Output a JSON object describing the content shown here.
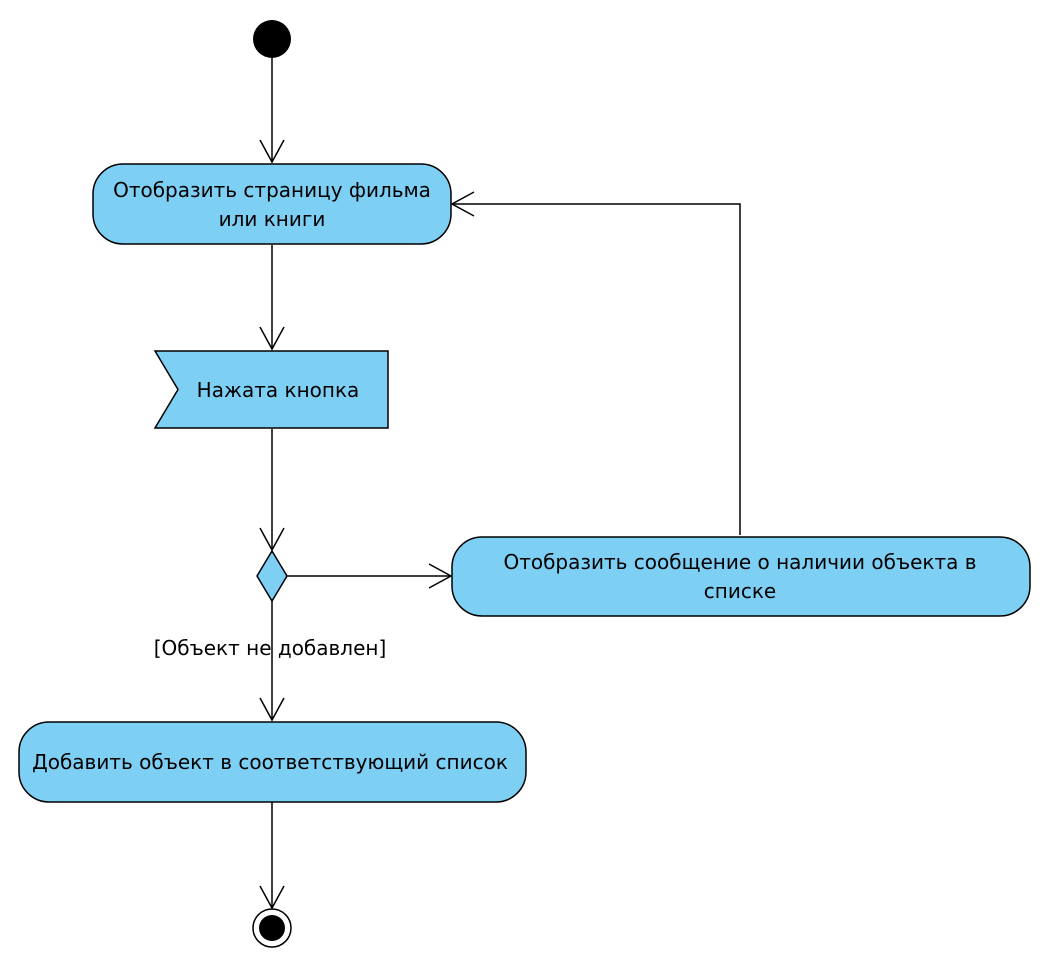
{
  "diagram": {
    "type": "uml-activity-diagram",
    "colors": {
      "node_fill": "#7dcff4",
      "stroke": "#000000",
      "background": "#ffffff"
    },
    "nodes": {
      "start": {
        "kind": "initial-node"
      },
      "show_page": {
        "kind": "action",
        "line1": "Отобразить страницу фильма",
        "line2": "или книги"
      },
      "button_pressed": {
        "kind": "accept-event",
        "label": "Нажата кнопка"
      },
      "decision": {
        "kind": "decision-node"
      },
      "show_message": {
        "kind": "action",
        "line1": "Отобразить сообщение о наличии объекта в",
        "line2": "списке"
      },
      "add_object": {
        "kind": "action",
        "label": "Добавить объект в соответствующий список"
      },
      "end": {
        "kind": "final-node"
      }
    },
    "edges": {
      "guard_not_added": "[Объект не добавлен]"
    }
  }
}
